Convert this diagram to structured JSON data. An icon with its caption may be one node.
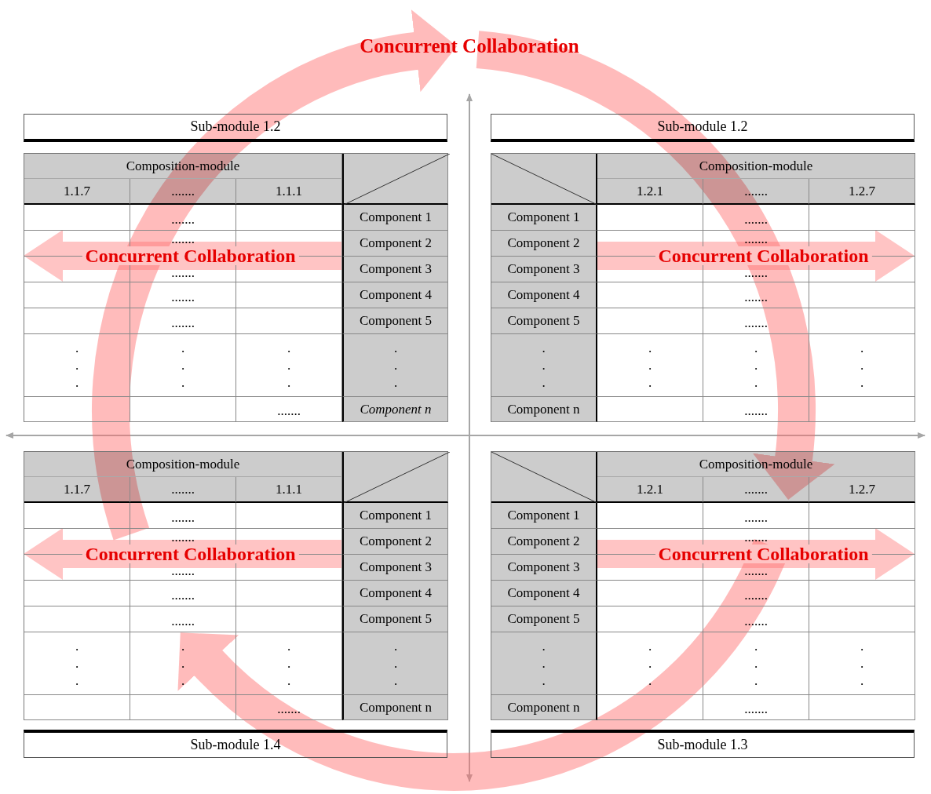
{
  "diagram": {
    "nodes": [
      {
        "text": [
          "Sub-module 1.2"
        ]
      },
      {
        "text": [
          "Sub-module 1.2"
        ]
      },
      {
        "text": [
          "Sub-module 1.4"
        ]
      },
      {
        "text": [
          "Sub-module 1.3"
        ]
      }
    ],
    "labels": [
      "Concurrent Collaboration",
      "Composition-module",
      "1.1.7",
      ".......",
      "1.1.1",
      ".......",
      "Component 1",
      ".......",
      "Component 2",
      ".......",
      "Component 3",
      ".......",
      "Component 4",
      ".......",
      "Component 5",
      "...",
      "...",
      "...",
      "...",
      ".......",
      "Component n",
      "Concurrent Collaboration",
      "Composition-module",
      "1.2.1",
      ".......",
      "1.2.7",
      "Component 1",
      ".......",
      "Component 2",
      ".......",
      "Component 3",
      ".......",
      "Component 4",
      ".......",
      "Component 5",
      ".......",
      "...",
      "...",
      "...",
      "...",
      "Component n",
      ".......",
      "Concurrent Collaboration",
      "Composition-module",
      "1.1.7",
      ".......",
      "1.1.1",
      ".......",
      "Component 1",
      ".......",
      "Component 2",
      ".......",
      "Component 3",
      ".......",
      "Component 4",
      ".......",
      "Component 5",
      "...",
      "...",
      "...",
      "...",
      ".......",
      "Component n",
      "Concurrent Collaboration",
      "Composition-module",
      "1.2.1",
      ".......",
      "1.2.7",
      "Component 1",
      ".......",
      "Component 2",
      ".......",
      "Component 3",
      ".......",
      "Component 4",
      ".......",
      "Component 5",
      ".......",
      "...",
      "...",
      "...",
      "...",
      "Component n",
      ".......",
      "Concurrent Collaboration"
    ]
  }
}
